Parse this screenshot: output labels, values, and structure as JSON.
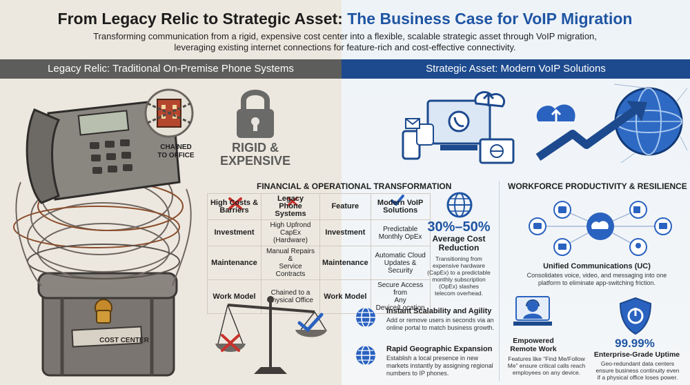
{
  "header": {
    "title_part1": "From Legacy Relic to Strategic Asset: ",
    "title_part2": "The Business Case for VoIP Migration",
    "subtitle_line1": "Transforming communication from a rigid, expensive cost center into a flexible, scalable strategic asset through VoIP migration,",
    "subtitle_line2": "leveraging existing internet connections for feature-rich and cost-effective connectivity."
  },
  "banners": {
    "left": "Legacy Relic: Traditional On-Premise Phone Systems",
    "right": "Strategic Asset: Modern VoIP Solutions"
  },
  "legacy": {
    "chained_line1": "CHAINED",
    "chained_line2": "TO OFFICE",
    "rigid_line1": "RIGID &",
    "rigid_line2": "EXPENSIVE",
    "chest_label": "COST CENTER"
  },
  "transformation": {
    "heading": "FINANCIAL & OPERATIONAL TRANSFORMATION",
    "left_header": [
      "High Costs &",
      "Barriers"
    ],
    "legacy_header": [
      "Legacy",
      "Phone Systems"
    ],
    "feature_header": "Feature",
    "modern_header": [
      "Modern VoIP",
      "Solutions"
    ],
    "rows": [
      {
        "label": "Investment",
        "legacy": [
          "High Upfrond CapEx",
          "(Hardware)"
        ],
        "feature": "Investment",
        "modern": [
          "Predictable",
          "Monthly OpEx"
        ]
      },
      {
        "label": "Maintenance",
        "legacy": [
          "Manual Repairs &",
          "Service Contracts"
        ],
        "feature": "Maintenance",
        "modern": [
          "Automatic Cloud",
          "Updates & Security"
        ]
      },
      {
        "label": "Work Model",
        "legacy": [
          "Chained to a",
          "Physical Office"
        ],
        "feature": "Work Model",
        "modern": [
          "Secure Access from",
          "Any Device/Location"
        ]
      }
    ],
    "stat": "30%–50%",
    "stat_label_line1": "Average Cost",
    "stat_label_line2": "Reduction",
    "stat_desc": [
      "Transitioning from",
      "expensive hardware",
      "(CapEx) to a predictable",
      "monthly subscription",
      "(OpEx) slashes",
      "telecom overhead."
    ]
  },
  "scalability": {
    "title": "Instant Scalability and Agility",
    "desc": [
      "Add or remove users in seconds via an",
      "online portal to match business growth."
    ]
  },
  "expansion": {
    "title": "Rapid Geographic Expansion",
    "desc": [
      "Establish a local presence in new",
      "markets instantly by assigning regional",
      "numbers to IP phones."
    ]
  },
  "workforce": {
    "heading": "WORKFORCE PRODUCTIVITY & RESILIENCE",
    "uc_title": "Unified Communications (UC)",
    "uc_desc": [
      "Consolidates voice, video, and messaging into one",
      "platform to eliminate app-switching friction."
    ],
    "remote_title_line1": "Empowered",
    "remote_title_line2": "Remote Work",
    "remote_desc": [
      "Features like “Find Me/Follow",
      "Me” ensure critical calls reach",
      "employees on any device."
    ],
    "uptime_stat": "99.99%",
    "uptime_title": "Enterprise-Grade Uptime",
    "uptime_desc": [
      "Geo-redundant data centers",
      "ensure business continuity even",
      "if a physical office loses power."
    ]
  },
  "colors": {
    "brand_blue": "#1f55a3",
    "dark_banner": "#5d5d5b",
    "navy_banner": "#1d4a8e",
    "red_x": "#c8322c",
    "check_blue": "#2a62c0"
  },
  "icons": [
    "padlock-icon",
    "red-x-icon",
    "checkmark-icon",
    "globe-icon",
    "cloud-upload-icon",
    "scale-icon",
    "shield-icon",
    "person-headset-icon"
  ]
}
